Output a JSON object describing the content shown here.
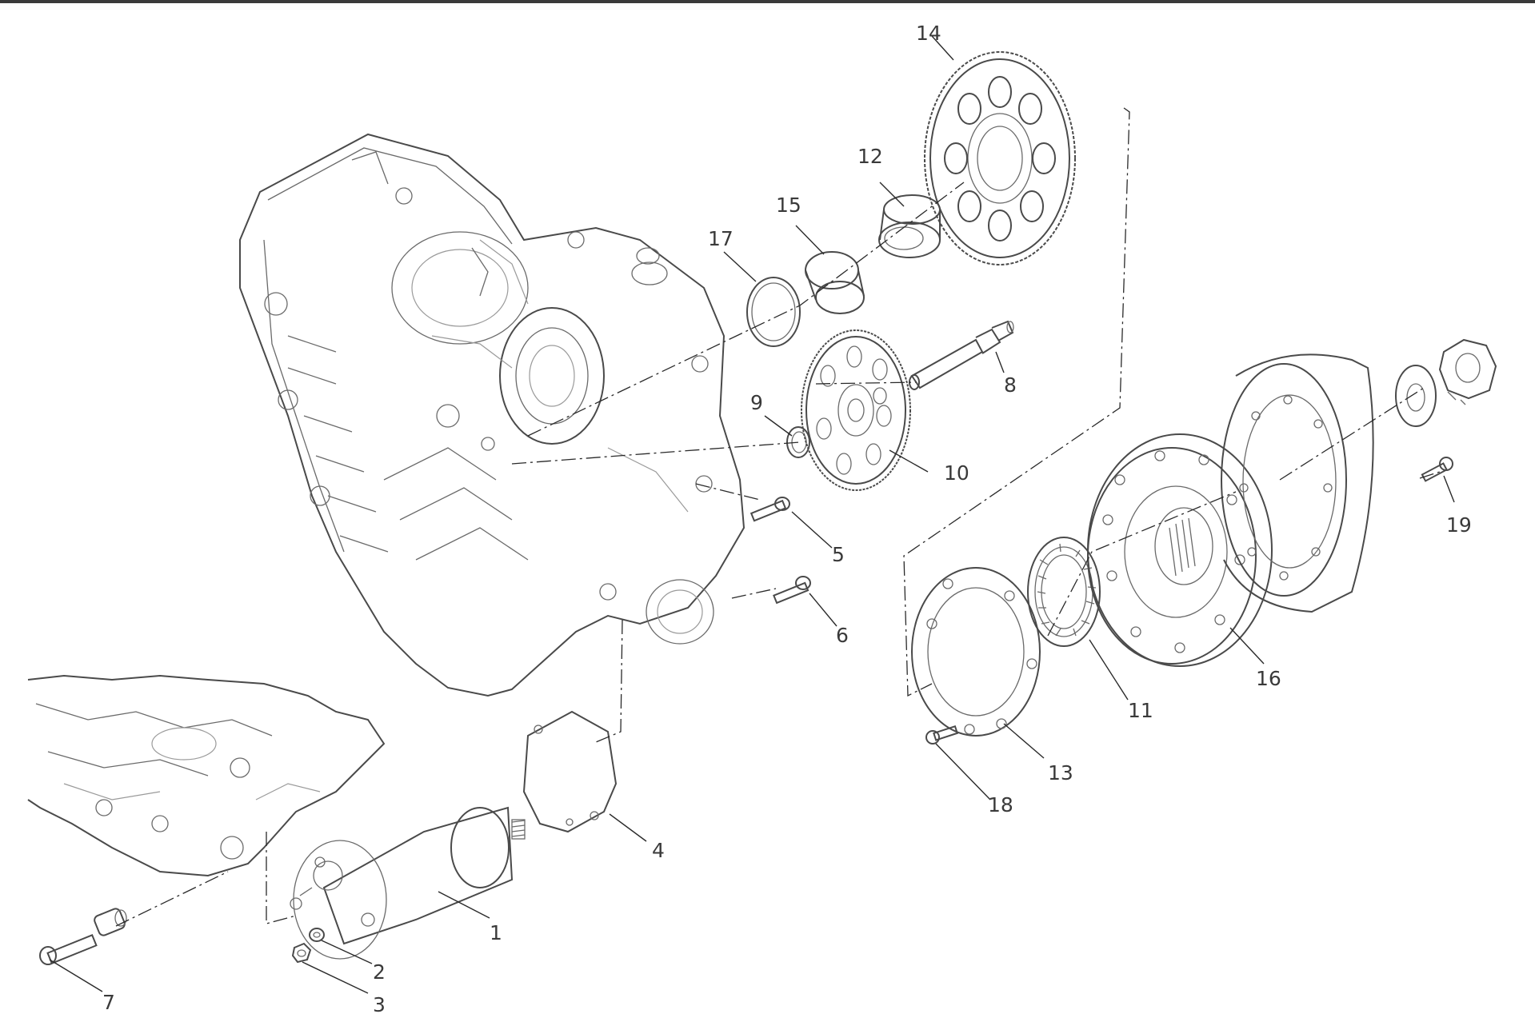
{
  "colors": {
    "line": "#3a3a3a",
    "background": "#ffffff",
    "top_border": "#3a3a3a"
  },
  "callouts": [
    {
      "id": "1",
      "text": "1"
    },
    {
      "id": "2",
      "text": "2"
    },
    {
      "id": "3",
      "text": "3"
    },
    {
      "id": "4",
      "text": "4"
    },
    {
      "id": "5",
      "text": "5"
    },
    {
      "id": "6",
      "text": "6"
    },
    {
      "id": "7",
      "text": "7"
    },
    {
      "id": "8",
      "text": "8"
    },
    {
      "id": "9",
      "text": "9"
    },
    {
      "id": "10",
      "text": "10"
    },
    {
      "id": "11",
      "text": "11"
    },
    {
      "id": "12",
      "text": "12"
    },
    {
      "id": "13",
      "text": "13"
    },
    {
      "id": "14",
      "text": "14"
    },
    {
      "id": "15",
      "text": "15"
    },
    {
      "id": "16",
      "text": "16"
    },
    {
      "id": "17",
      "text": "17"
    },
    {
      "id": "18",
      "text": "18"
    },
    {
      "id": "19",
      "text": "19"
    }
  ]
}
